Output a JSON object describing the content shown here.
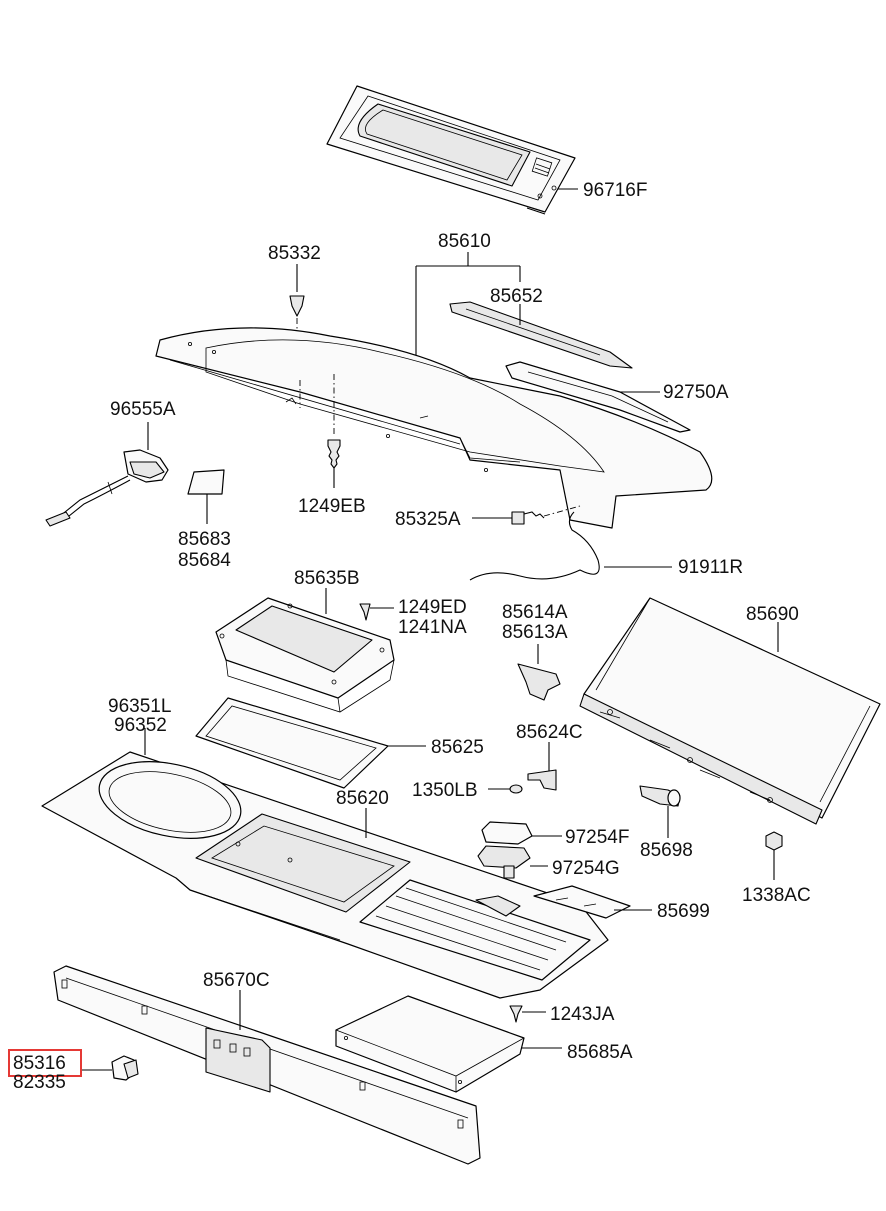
{
  "highlight_color": "#e53935",
  "labels": {
    "p96716F": "96716F",
    "p85610": "85610",
    "p85332": "85332",
    "p85652": "85652",
    "p92750A": "92750A",
    "p96555A": "96555A",
    "p1249EB": "1249EB",
    "p85683": "85683",
    "p85684": "85684",
    "p85325A": "85325A",
    "p91911R": "91911R",
    "p85635B": "85635B",
    "p1249ED": "1249ED",
    "p1241NA": "1241NA",
    "p85614A": "85614A",
    "p85613A": "85613A",
    "p85690": "85690",
    "p96351L": "96351L",
    "p96352": "96352",
    "p85625": "85625",
    "p85624C": "85624C",
    "p1350LB": "1350LB",
    "p85620": "85620",
    "p97254F": "97254F",
    "p97254G": "97254G",
    "p85698": "85698",
    "p1338AC": "1338AC",
    "p85699": "85699",
    "p85670C": "85670C",
    "p1243JA": "1243JA",
    "p85685A": "85685A",
    "p85316": "85316",
    "p82335": "82335"
  }
}
